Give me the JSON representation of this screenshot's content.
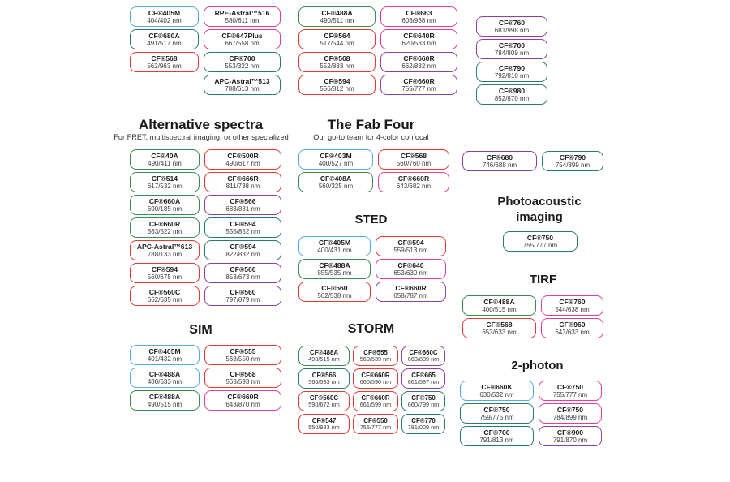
{
  "page": {
    "background": "#ffffff"
  },
  "colors": {
    "blue": "#56aadd",
    "green": "#3a8a53",
    "teal": "#2b7a6f",
    "red": "#e23a34",
    "pink": "#e73c92",
    "purple": "#8d41a0"
  },
  "sections": {
    "alternative": {
      "title": "Alternative spectra",
      "subtitle": "For FRET, multispectral imaging, or other specialized"
    },
    "fab_four": {
      "title": "The Fab Four",
      "subtitle": "Our go-to team for 4-color confocal"
    },
    "sted": {
      "title": "STED"
    },
    "photoacoustic": {
      "title": "Photoacoustic imaging"
    },
    "tirf": {
      "title": "TIRF"
    },
    "sim": {
      "title": "SIM"
    },
    "storm": {
      "title": "STORM"
    },
    "two_photon": {
      "title": "2-photon"
    }
  },
  "badges": {
    "top_left_col1": [
      {
        "n": "CF®405M",
        "v": "404/402 nm",
        "c": "blue"
      },
      {
        "n": "CF®680A",
        "v": "491/517 nm",
        "c": "teal"
      },
      {
        "n": "CF®568",
        "v": "562/963 nm",
        "c": "red"
      }
    ],
    "top_left_col2": [
      {
        "n": "RPE-Astral™516",
        "v": "580/611 nm",
        "c": "pink"
      },
      {
        "n": "CF®647Plus",
        "v": "667/558 nm",
        "c": "pink"
      },
      {
        "n": "CF®700",
        "v": "553/322 nm",
        "c": "teal"
      },
      {
        "n": "APC-Astral™513",
        "v": "788/613 nm",
        "c": "teal"
      }
    ],
    "top_mid_col1": [
      {
        "n": "CF®488A",
        "v": "490/511 nm",
        "c": "green"
      },
      {
        "n": "CF®564",
        "v": "517/544 nm",
        "c": "red"
      },
      {
        "n": "CF®568",
        "v": "552/883 nm",
        "c": "red"
      },
      {
        "n": "CF®594",
        "v": "556/812 nm",
        "c": "red"
      }
    ],
    "top_mid_col2": [
      {
        "n": "CF®663",
        "v": "603/938 nm",
        "c": "pink"
      },
      {
        "n": "CF®640R",
        "v": "620/533 nm",
        "c": "pink"
      },
      {
        "n": "CF®660R",
        "v": "662/882 nm",
        "c": "purple"
      },
      {
        "n": "CF®660R",
        "v": "755/777 nm",
        "c": "purple"
      }
    ],
    "top_right_col": [
      {
        "n": "CF®760",
        "v": "681/998 nm",
        "c": "purple"
      },
      {
        "n": "CF®700",
        "v": "784/809 nm",
        "c": "purple"
      },
      {
        "n": "CF®790",
        "v": "792/810 nm",
        "c": "teal"
      },
      {
        "n": "CF®980",
        "v": "852/870 nm",
        "c": "teal"
      }
    ],
    "alternative_col1": [
      {
        "n": "CF®40A",
        "v": "490/411 nm",
        "c": "green"
      },
      {
        "n": "CF®514",
        "v": "617/532 nm",
        "c": "green"
      },
      {
        "n": "CF®660A",
        "v": "690/185 nm",
        "c": "green"
      },
      {
        "n": "CF®660R",
        "v": "563/522 nm",
        "c": "green"
      },
      {
        "n": "APC-Astral™613",
        "v": "788/133 nm",
        "c": "red"
      },
      {
        "n": "CF®594",
        "v": "560/675 nm",
        "c": "red"
      },
      {
        "n": "CF®560C",
        "v": "662/635 nm",
        "c": "red"
      }
    ],
    "alternative_col2": [
      {
        "n": "CF®500R",
        "v": "490/617 nm",
        "c": "red"
      },
      {
        "n": "CF®666R",
        "v": "811/738 nm",
        "c": "red"
      },
      {
        "n": "CF®566",
        "v": "683/831 nm",
        "c": "purple"
      },
      {
        "n": "CF®594",
        "v": "555/852 nm",
        "c": "teal"
      },
      {
        "n": "CF®594",
        "v": "822/832 nm",
        "c": "teal"
      },
      {
        "n": "CF®560",
        "v": "853/673 nm",
        "c": "purple"
      },
      {
        "n": "CF®560",
        "v": "797/879 nm",
        "c": "purple"
      }
    ],
    "fab_four_col1": [
      {
        "n": "CF®403M",
        "v": "400/527 nm",
        "c": "blue"
      },
      {
        "n": "CF®408A",
        "v": "560/325 nm",
        "c": "green"
      }
    ],
    "fab_four_col2": [
      {
        "n": "CF®568",
        "v": "560/760 nm",
        "c": "red"
      },
      {
        "n": "CF®660R",
        "v": "643/682 nm",
        "c": "pink"
      }
    ],
    "sted_col1": [
      {
        "n": "CF®405M",
        "v": "400/431 nm",
        "c": "blue"
      },
      {
        "n": "CF®488A",
        "v": "855/535 nm",
        "c": "green"
      },
      {
        "n": "CF®560",
        "v": "562/538 nm",
        "c": "red"
      }
    ],
    "sted_col2": [
      {
        "n": "CF®594",
        "v": "559/513 nm",
        "c": "red"
      },
      {
        "n": "CF®640",
        "v": "653/630 nm",
        "c": "pink"
      },
      {
        "n": "CF®660R",
        "v": "658/787 nm",
        "c": "purple"
      }
    ],
    "highlight_col1": [
      {
        "n": "CF®680",
        "v": "746/688 nm",
        "c": "purple"
      }
    ],
    "highlight_col2": [
      {
        "n": "CF®790",
        "v": "754/899 nm",
        "c": "teal"
      }
    ],
    "photoacoustic_col1": [
      {
        "n": "CF®750",
        "v": "755/777 nm",
        "c": "teal"
      }
    ],
    "tirf_col1": [
      {
        "n": "CF®488A",
        "v": "400/515 nm",
        "c": "green"
      },
      {
        "n": "CF®568",
        "v": "653/633 nm",
        "c": "red"
      }
    ],
    "tirf_col2": [
      {
        "n": "CF®760",
        "v": "544/638 nm",
        "c": "pink"
      },
      {
        "n": "CF®960",
        "v": "643/633 nm",
        "c": "pink"
      }
    ],
    "sim_col1": [
      {
        "n": "CF®405M",
        "v": "401/432 nm",
        "c": "blue"
      },
      {
        "n": "CF®488A",
        "v": "480/633 nm",
        "c": "blue"
      },
      {
        "n": "CF®488A",
        "v": "490/515 nm",
        "c": "green"
      }
    ],
    "sim_col2": [
      {
        "n": "CF®555",
        "v": "563/550 nm",
        "c": "red"
      },
      {
        "n": "CF®568",
        "v": "563/593 nm",
        "c": "red"
      },
      {
        "n": "CF®660R",
        "v": "643/870 nm",
        "c": "pink"
      }
    ],
    "storm_col1": [
      {
        "n": "CF®488A",
        "v": "490/515 nm",
        "c": "green"
      },
      {
        "n": "CF®566",
        "v": "566/533 nm",
        "c": "teal"
      },
      {
        "n": "CF®560C",
        "v": "590/672 nm",
        "c": "red"
      },
      {
        "n": "CF®547",
        "v": "550/983 nm",
        "c": "red"
      }
    ],
    "storm_col2": [
      {
        "n": "CF®555",
        "v": "560/539 nm",
        "c": "red"
      },
      {
        "n": "CF®660R",
        "v": "660/590 nm",
        "c": "red"
      },
      {
        "n": "CF®660R",
        "v": "661/599 nm",
        "c": "red"
      },
      {
        "n": "CF®550",
        "v": "755/777 nm",
        "c": "red"
      }
    ],
    "storm_col3": [
      {
        "n": "CF®660C",
        "v": "663/839 nm",
        "c": "purple"
      },
      {
        "n": "CF®665",
        "v": "661/587 nm",
        "c": "purple"
      },
      {
        "n": "CF®750",
        "v": "660/799 nm",
        "c": "teal"
      },
      {
        "n": "CF®770",
        "v": "781/009 nm",
        "c": "teal"
      }
    ],
    "two_photon_col1": [
      {
        "n": "CF®660K",
        "v": "630/532 nm",
        "c": "blue"
      },
      {
        "n": "CF®750",
        "v": "759/775 nm",
        "c": "teal"
      },
      {
        "n": "CF®700",
        "v": "791/813 nm",
        "c": "teal"
      }
    ],
    "two_photon_col2": [
      {
        "n": "CF®750",
        "v": "755/777 nm",
        "c": "pink"
      },
      {
        "n": "CF®750",
        "v": "784/899 nm",
        "c": "pink"
      },
      {
        "n": "CF®900",
        "v": "791/870 nm",
        "c": "purple"
      }
    ]
  }
}
